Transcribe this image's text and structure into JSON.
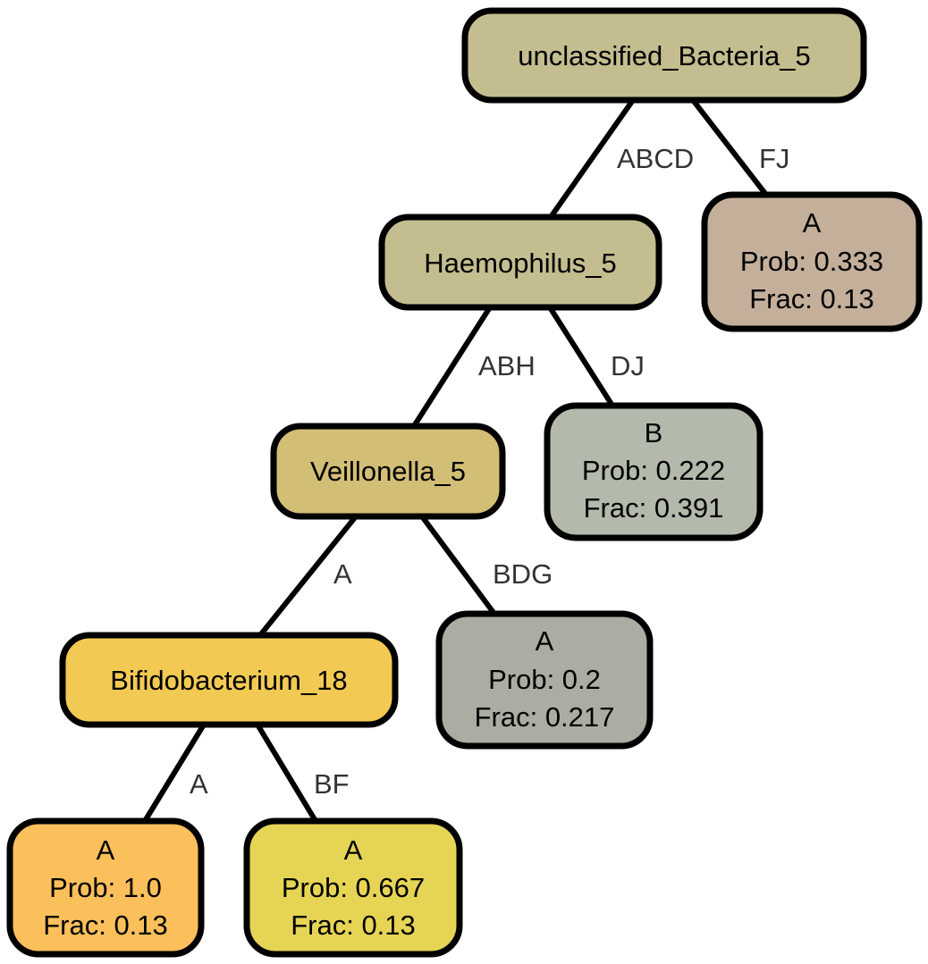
{
  "tree": {
    "internal_nodes": {
      "root": {
        "label": "unclassified_Bacteria_5",
        "color": "#c4bd8f"
      },
      "haemophilus": {
        "label": "Haemophilus_5",
        "color": "#c4bd8f"
      },
      "veillonella": {
        "label": "Veillonella_5",
        "color": "#d3be76"
      },
      "bifidobacterium": {
        "label": "Bifidobacterium_18",
        "color": "#f2ca53"
      }
    },
    "leaves": {
      "leaf_fj": {
        "class": "A",
        "prob": "Prob: 0.333",
        "frac": "Frac: 0.13",
        "color": "#c4af9b"
      },
      "leaf_dj": {
        "class": "B",
        "prob": "Prob: 0.222",
        "frac": "Frac: 0.391",
        "color": "#b3baab"
      },
      "leaf_bdg": {
        "class": "A",
        "prob": "Prob: 0.2",
        "frac": "Frac: 0.217",
        "color": "#acada2"
      },
      "leaf_a": {
        "class": "A",
        "prob": "Prob: 1.0",
        "frac": "Frac: 0.13",
        "color": "#fbc05b"
      },
      "leaf_bf": {
        "class": "A",
        "prob": "Prob: 0.667",
        "frac": "Frac: 0.13",
        "color": "#e6d555"
      }
    },
    "edges": {
      "root_haemophilus": "ABCD",
      "root_leaf_fj": "FJ",
      "haemophilus_veillonella": "ABH",
      "haemophilus_leaf_dj": "DJ",
      "veillonella_bifidobacterium": "A",
      "veillonella_leaf_bdg": "BDG",
      "bifidobacterium_leaf_a": "A",
      "bifidobacterium_leaf_bf": "BF"
    }
  }
}
